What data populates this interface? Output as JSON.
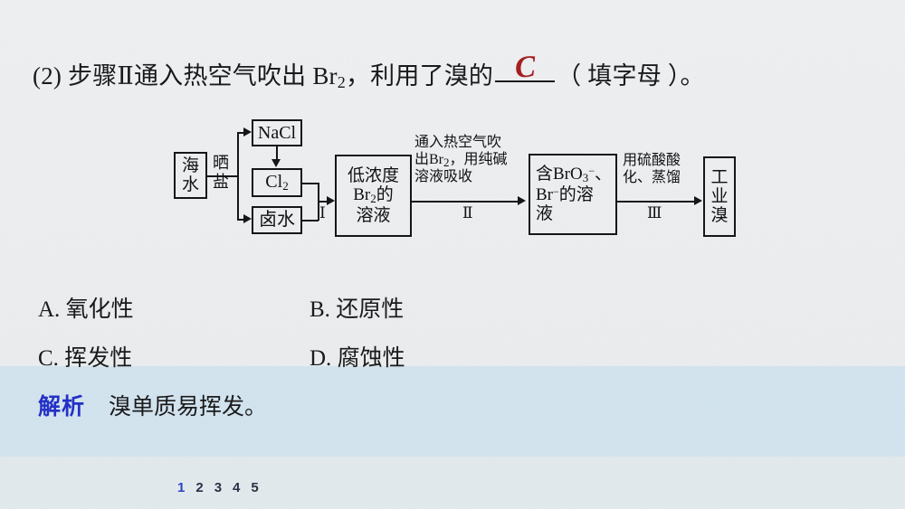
{
  "slide": {
    "background_color": "#eceef0",
    "explain_panel_color": "#d3e4ef",
    "footer_panel_color": "#e2eaee"
  },
  "question": {
    "prefix": "(2) 步骤Ⅱ通入热空气吹出 Br",
    "formula_sub": "2",
    "middle": "，利用了溴的",
    "suffix": "（ 填字母 ）。",
    "handwritten_answer": "C",
    "handwritten_color": "#a81f1f"
  },
  "flowchart": {
    "boxes": [
      {
        "id": "seawater",
        "text_lines": [
          "海",
          "水"
        ]
      },
      {
        "id": "nacl",
        "text_lines": [
          "NaCl"
        ]
      },
      {
        "id": "cl2",
        "text_lines": [
          "Cl",
          "2"
        ]
      },
      {
        "id": "brine",
        "text_lines": [
          "卤水"
        ]
      },
      {
        "id": "dilute-br2",
        "text_lines": [
          "低浓度",
          "Br",
          "2",
          "的",
          "溶液"
        ]
      },
      {
        "id": "bro3-solution",
        "text_lines": [
          "含BrO",
          "3",
          "−",
          "、",
          "Br",
          "−",
          "的溶",
          "液"
        ]
      },
      {
        "id": "industrial-br",
        "text_lines": [
          "工",
          "业",
          "溴"
        ]
      }
    ],
    "labels": {
      "saltdry_line1": "晒",
      "saltdry_line2": "盐",
      "step1": "Ⅰ",
      "step2_line1": "通入热空气吹",
      "step2_line2a": "出Br",
      "step2_line2b": "2",
      "step2_line2c": "，用纯碱",
      "step2_line3": "溶液吸收",
      "step2": "Ⅱ",
      "step3_line1": "用硫酸酸",
      "step3_line2": "化、蒸馏",
      "step3": "Ⅲ"
    }
  },
  "options": [
    {
      "key": "A.",
      "label": "氧化性"
    },
    {
      "key": "B.",
      "label": "还原性"
    },
    {
      "key": "C.",
      "label": "挥发性"
    },
    {
      "key": "D.",
      "label": "腐蚀性"
    }
  ],
  "explanation": {
    "tag": "解析",
    "text": "溴单质易挥发。",
    "tag_color": "#2431c7"
  },
  "pager": {
    "active_index": 0,
    "pages": [
      "1",
      "2",
      "3",
      "4",
      "5"
    ],
    "active_color": "#3142c4",
    "inactive_color": "#2b3446"
  }
}
